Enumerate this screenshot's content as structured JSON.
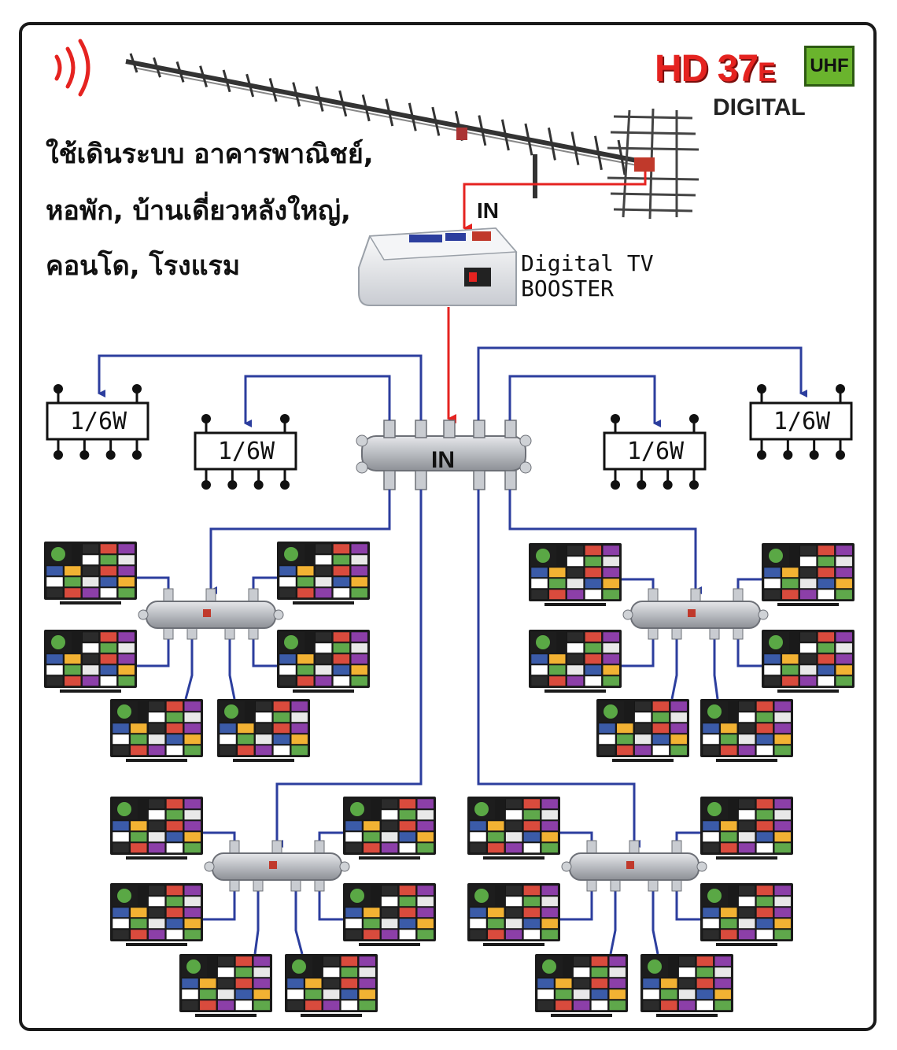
{
  "title": {
    "brand": "HD 37",
    "brand_suffix": "E",
    "band_badge": "UHF",
    "subtitle": "DIGITAL"
  },
  "description_lines": [
    "ใช้เดินระบบ อาคารพาณิชย์,",
    "หอพัก, บ้านเดี่ยวหลังใหญ่,",
    "คอนโด, โรงแรม"
  ],
  "booster": {
    "input_label": "IN",
    "name_line1": "Digital TV",
    "name_line2": "BOOSTER"
  },
  "main_splitter": {
    "label": "IN"
  },
  "sub_splitters": [
    {
      "label": "1/6W"
    },
    {
      "label": "1/6W"
    },
    {
      "label": "1/6W"
    },
    {
      "label": "1/6W"
    }
  ],
  "colors": {
    "signal_line": "#e52320",
    "distribution_line": "#2c3e9e",
    "brand_red": "#e52320",
    "badge_green": "#6ab42d"
  },
  "icons": [
    "signal-waves-icon",
    "yagi-antenna-icon",
    "booster-icon",
    "splitter-icon",
    "tv-icon"
  ]
}
